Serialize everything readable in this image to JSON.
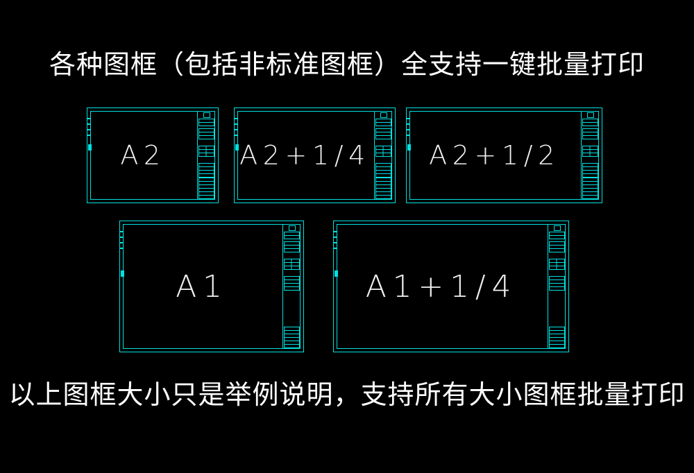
{
  "header": {
    "title": "各种图框（包括非标准图框）全支持一键批量打印"
  },
  "footer": {
    "caption": "以上图框大小只是举例说明，支持所有大小图框批量打印"
  },
  "frames": [
    {
      "name": "A2",
      "label": "A2"
    },
    {
      "name": "A2+1/4",
      "label": "A2+1/4"
    },
    {
      "name": "A2+1/2",
      "label": "A2+1/2"
    },
    {
      "name": "A1",
      "label": "A1"
    },
    {
      "name": "A1+1/4",
      "label": "A1+1/4"
    }
  ],
  "colors": {
    "background": "#000000",
    "frame_line": "#00e2e2",
    "heading_text": "#ffffff",
    "label_text": "#f0f0f0"
  }
}
